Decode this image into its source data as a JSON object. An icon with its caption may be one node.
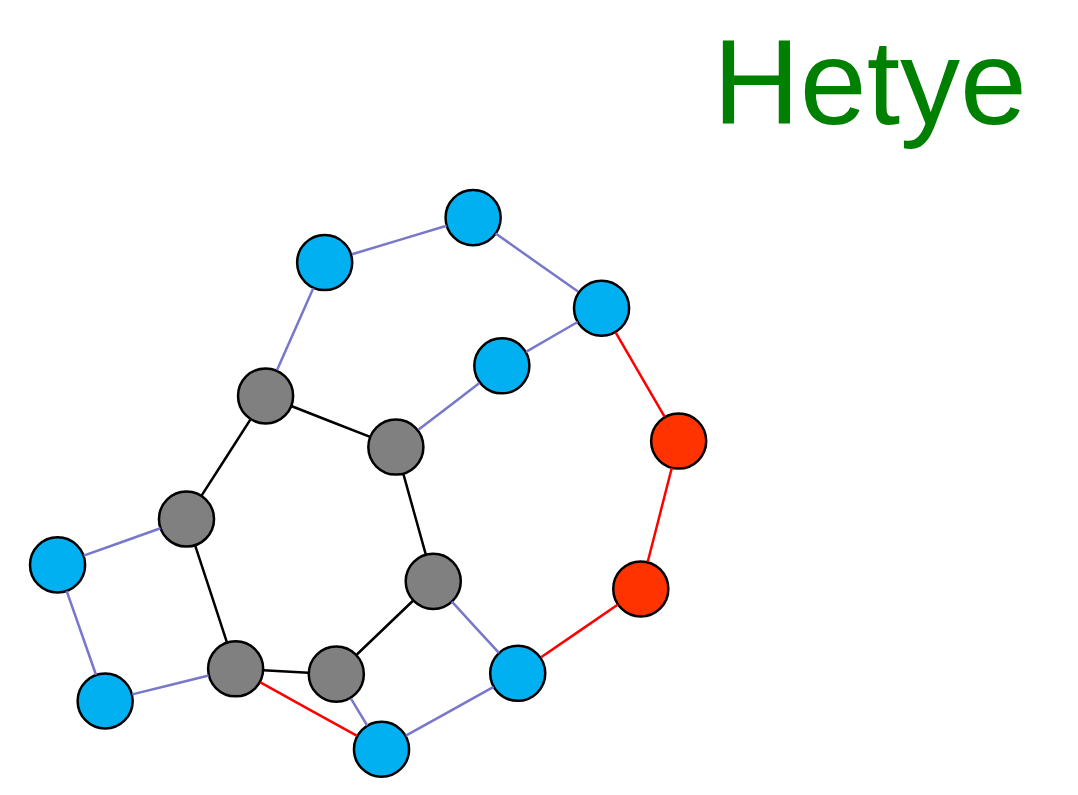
{
  "diagram": {
    "nodes": [
      {
        "text": [],
        "shape": "circle"
      },
      {
        "text": [],
        "shape": "circle"
      },
      {
        "text": [],
        "shape": "circle"
      },
      {
        "text": [],
        "shape": "circle"
      },
      {
        "text": [],
        "shape": "circle"
      },
      {
        "text": [],
        "shape": "circle"
      },
      {
        "text": [],
        "shape": "circle"
      },
      {
        "text": [],
        "shape": "circle"
      },
      {
        "text": [],
        "shape": "circle"
      },
      {
        "text": [],
        "shape": "circle"
      },
      {
        "text": [],
        "shape": "circle"
      },
      {
        "text": [],
        "shape": "circle"
      },
      {
        "text": [],
        "shape": "circle"
      },
      {
        "text": [],
        "shape": "circle"
      },
      {
        "text": [],
        "shape": "circle"
      },
      {
        "text": [],
        "shape": "circle"
      }
    ],
    "edges": [
      {
        "from": 2,
        "to": 3,
        "arrow": "none",
        "color": "#000000"
      },
      {
        "from": 3,
        "to": 7,
        "arrow": "none",
        "color": "#000000"
      },
      {
        "from": 7,
        "to": 8,
        "arrow": "none",
        "color": "#000000"
      },
      {
        "from": 8,
        "to": 9,
        "arrow": "none",
        "color": "#000000"
      },
      {
        "from": 9,
        "to": 6,
        "arrow": "none",
        "color": "#000000"
      },
      {
        "from": 6,
        "to": 2,
        "arrow": "none",
        "color": "#000000"
      },
      {
        "from": 0,
        "to": 2,
        "arrow": "none"
      },
      {
        "from": 0,
        "to": 5,
        "arrow": "none"
      },
      {
        "from": 5,
        "to": 6,
        "arrow": "none"
      },
      {
        "from": 1,
        "to": 3,
        "arrow": "none"
      },
      {
        "from": 1,
        "to": 4,
        "arrow": "none"
      },
      {
        "from": 4,
        "to": 7,
        "arrow": "none"
      },
      {
        "from": 8,
        "to": 11,
        "arrow": "none"
      },
      {
        "from": 11,
        "to": 13,
        "arrow": "none"
      },
      {
        "from": 13,
        "to": 14,
        "arrow": "none"
      },
      {
        "from": 14,
        "to": 12,
        "arrow": "none"
      },
      {
        "from": 12,
        "to": 9,
        "arrow": "none"
      },
      {
        "from": 2,
        "to": 1,
        "arrow": "none",
        "color": "#ff0000"
      },
      {
        "from": 4,
        "to": 10,
        "arrow": "none",
        "color": "#ff0000"
      },
      {
        "from": 10,
        "to": 15,
        "arrow": "none",
        "color": "#ff0000"
      },
      {
        "from": 15,
        "to": 13,
        "arrow": "none",
        "color": "#ff0000"
      }
    ],
    "labels": [
      "Hetye"
    ]
  }
}
